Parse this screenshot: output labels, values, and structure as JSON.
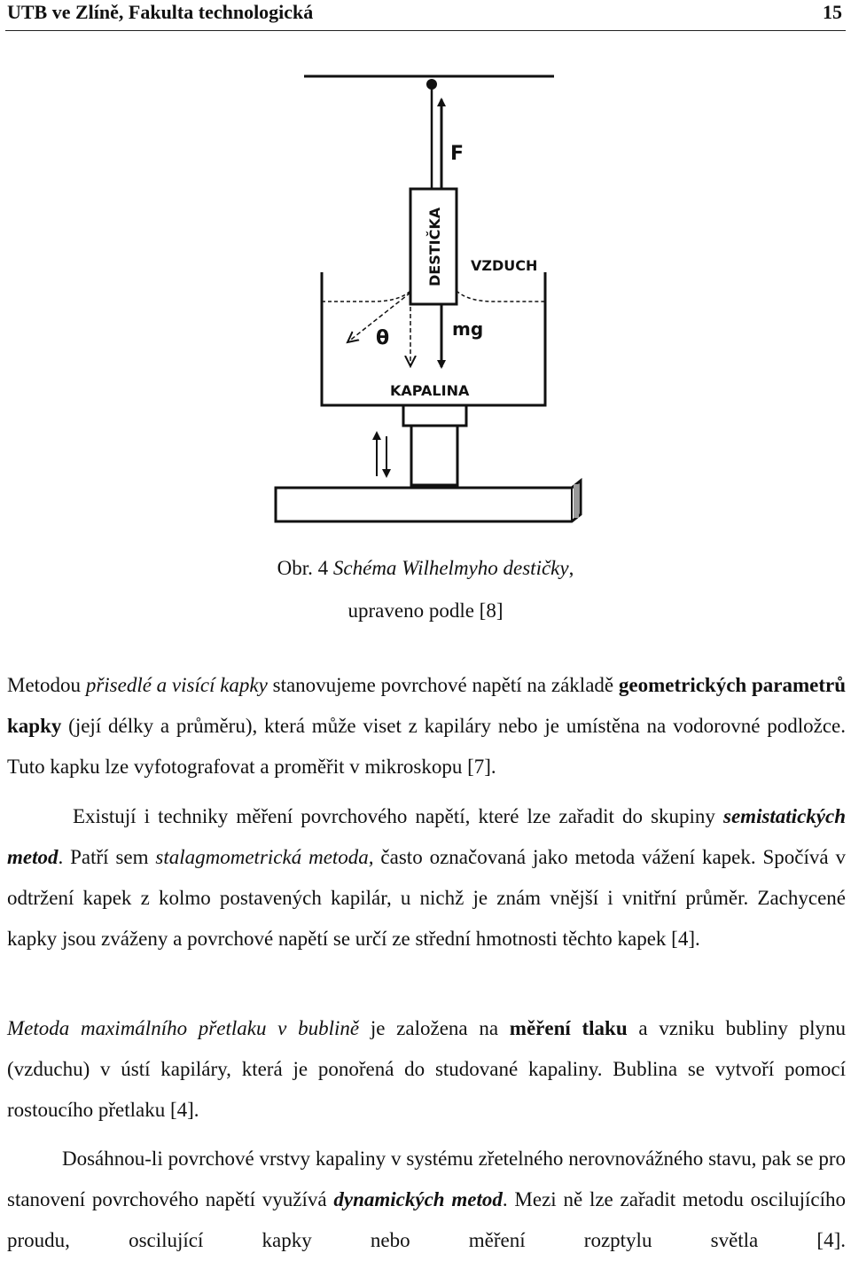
{
  "header": {
    "title": "UTB ve Zlíně, Fakulta technologická",
    "page_number": "15"
  },
  "figure": {
    "label_force": "F",
    "label_plate": "DESTIČKA",
    "label_air": "VZDUCH",
    "label_theta": "θ",
    "label_weight": "mg",
    "label_liquid": "KAPALINA"
  },
  "caption": {
    "prefix": "Obr. 4 ",
    "title": "Schéma Wilhelmyho destičky",
    "comma": ",",
    "line2": "upraveno podle [8]"
  },
  "p1": {
    "s1": "Metodou ",
    "s2": "přisedlé a visící kapky",
    "s3": " stanovujeme povrchové napětí na základě ",
    "s4": "geometrických parametrů kapky",
    "s5": " (její délky a průměru), která může viset z kapiláry nebo je umístěna na vodorovné podložce. Tuto kapku lze vyfotografovat a proměřit v mikroskopu [7]."
  },
  "p2": {
    "s1": "Existují i techniky měření povrchového napětí, které lze zařadit do skupiny ",
    "s2": "semistatických metod",
    "s3": ". Patří sem ",
    "s4": "stalagmometrická metoda,",
    "s5": " často označovaná jako metoda vážení kapek. Spočívá v odtržení kapek z kolmo postavených kapilár, u nichž je znám vnější i vnitřní průměr. Zachycené kapky jsou zváženy a povrchové napětí se určí ze střední hmotnosti těchto kapek [4]."
  },
  "p3": {
    "s1": "Metoda maximálního přetlaku v bublině",
    "s2": " je založena na ",
    "s3": "měření tlaku",
    "s4": " a vzniku bubliny plynu (vzduchu) v ústí kapiláry, která je ponořená do studované kapaliny. Bublina se vytvoří pomocí rostoucího přetlaku [4]."
  },
  "p4": {
    "s1": "Dosáhnou-li povrchové vrstvy kapaliny v systému zřetelného nerovnovážného stavu, pak se pro stanovení povrchového napětí využívá ",
    "s2": "dynamických metod",
    "s3": ". Mezi ně lze zařadit metodu oscilujícího proudu, oscilující kapky nebo měření rozptylu světla [4]."
  }
}
